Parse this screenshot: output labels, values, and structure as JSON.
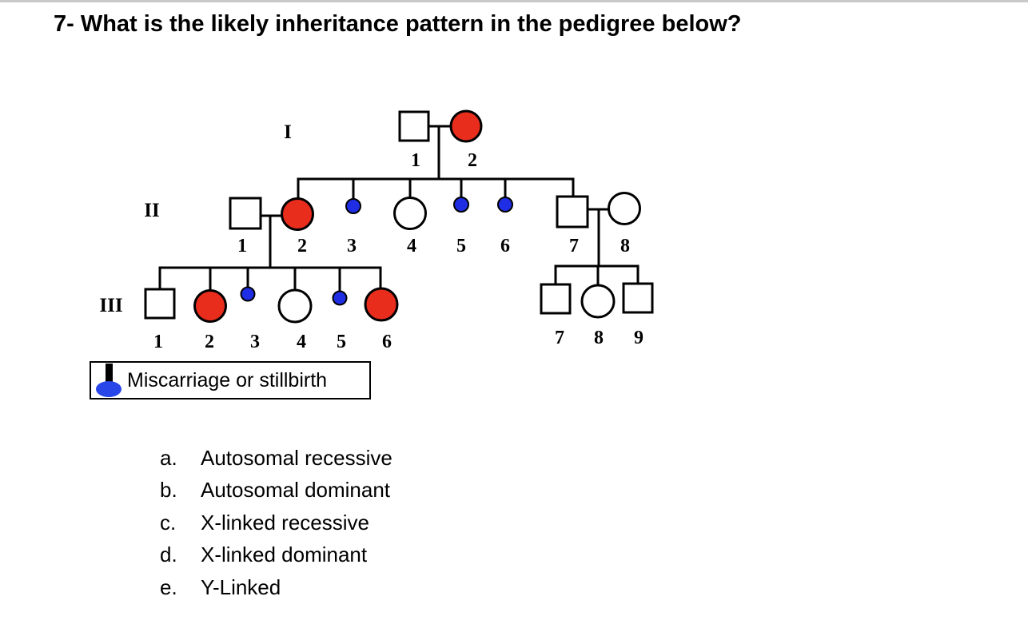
{
  "page": {
    "title": "7- What is the likely inheritance pattern in the pedigree below?"
  },
  "pedigree": {
    "generation_labels": [
      "I",
      "II",
      "III"
    ],
    "individuals": [
      {
        "id": "I-1",
        "generation": "I",
        "number": "1",
        "sex": "male",
        "status": "unaffected"
      },
      {
        "id": "I-2",
        "generation": "I",
        "number": "2",
        "sex": "female",
        "status": "affected"
      },
      {
        "id": "II-1",
        "generation": "II",
        "number": "1",
        "sex": "male",
        "status": "unaffected"
      },
      {
        "id": "II-2",
        "generation": "II",
        "number": "2",
        "sex": "female",
        "status": "affected"
      },
      {
        "id": "II-3",
        "generation": "II",
        "number": "3",
        "status": "miscarriage"
      },
      {
        "id": "II-4",
        "generation": "II",
        "number": "4",
        "sex": "female",
        "status": "unaffected"
      },
      {
        "id": "II-5",
        "generation": "II",
        "number": "5",
        "status": "miscarriage"
      },
      {
        "id": "II-6",
        "generation": "II",
        "number": "6",
        "status": "miscarriage"
      },
      {
        "id": "II-7",
        "generation": "II",
        "number": "7",
        "sex": "male",
        "status": "unaffected"
      },
      {
        "id": "II-8",
        "generation": "II",
        "number": "8",
        "sex": "female",
        "status": "unaffected"
      },
      {
        "id": "III-1",
        "generation": "III",
        "number": "1",
        "sex": "male",
        "status": "unaffected"
      },
      {
        "id": "III-2",
        "generation": "III",
        "number": "2",
        "sex": "female",
        "status": "affected"
      },
      {
        "id": "III-3",
        "generation": "III",
        "number": "3",
        "status": "miscarriage"
      },
      {
        "id": "III-4",
        "generation": "III",
        "number": "4",
        "sex": "female",
        "status": "unaffected"
      },
      {
        "id": "III-5",
        "generation": "III",
        "number": "5",
        "status": "miscarriage"
      },
      {
        "id": "III-6",
        "generation": "III",
        "number": "6",
        "sex": "female",
        "status": "affected"
      },
      {
        "id": "III-7",
        "generation": "III",
        "number": "7",
        "sex": "male",
        "status": "unaffected"
      },
      {
        "id": "III-8",
        "generation": "III",
        "number": "8",
        "sex": "female",
        "status": "unaffected"
      },
      {
        "id": "III-9",
        "generation": "III",
        "number": "9",
        "sex": "male",
        "status": "unaffected"
      }
    ],
    "colors": {
      "affected": "#e82d1d",
      "unaffected": "#ffffff",
      "miscarriage": "#1f2ee4",
      "legend_symbol": "#2946e8",
      "outline": "#000000"
    }
  },
  "legend": {
    "label": "Miscarriage or stillbirth"
  },
  "options": [
    {
      "letter": "a.",
      "text": "Autosomal recessive"
    },
    {
      "letter": "b.",
      "text": "Autosomal dominant"
    },
    {
      "letter": "c.",
      "text": "X-linked recessive"
    },
    {
      "letter": "d.",
      "text": "X-linked dominant"
    },
    {
      "letter": "e.",
      "text": "Y-Linked"
    }
  ]
}
